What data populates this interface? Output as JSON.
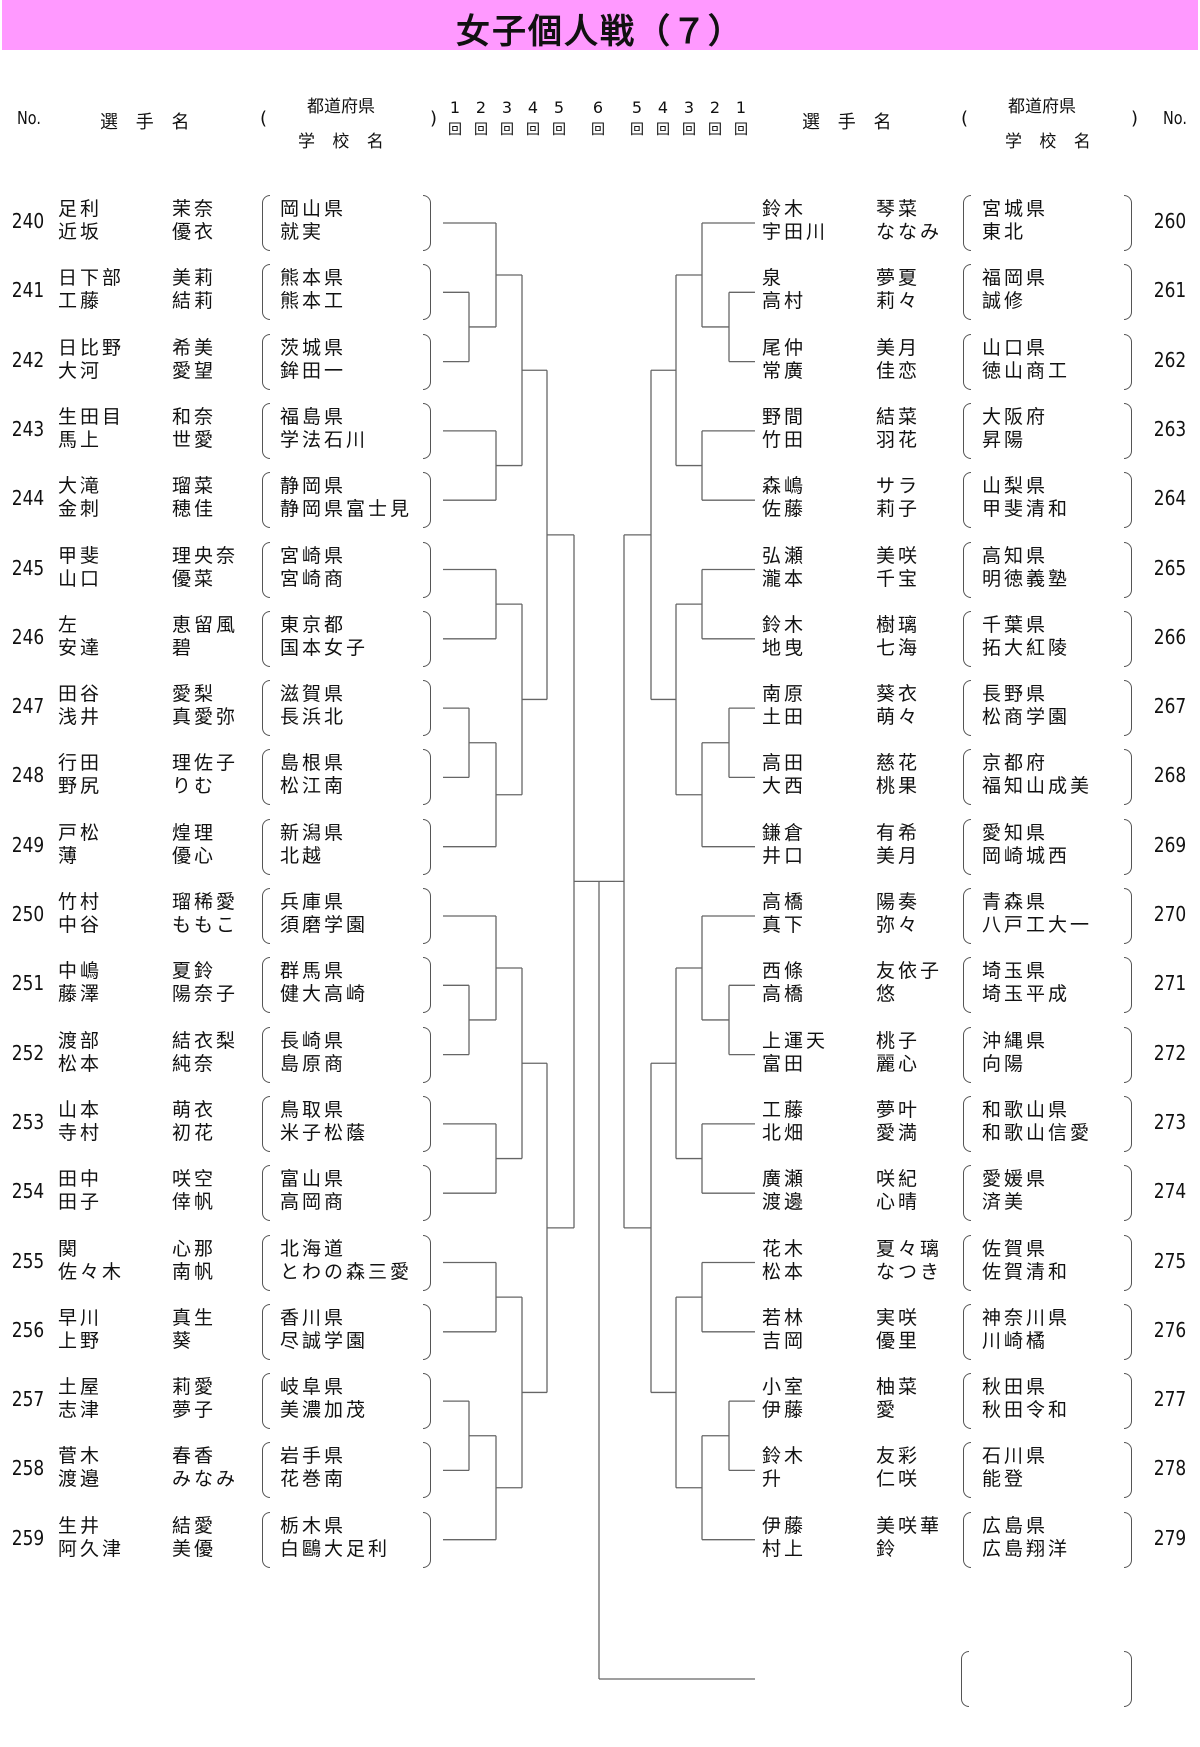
{
  "title": "女子個人戦（７）",
  "header": {
    "no_label": "No.",
    "player_label": "選 手 名",
    "paren_open": "(",
    "paren_close": ")",
    "pref_label": "都道府県",
    "school_label": "学 校 名",
    "round_suffix": "回",
    "rounds_left": [
      "1",
      "2",
      "3",
      "4",
      "5"
    ],
    "round_final": "6",
    "rounds_right": [
      "5",
      "4",
      "3",
      "2",
      "1"
    ]
  },
  "left_entries": [
    {
      "no": "240",
      "p1": [
        "足利",
        "茉奈"
      ],
      "p2": [
        "近坂",
        "優衣"
      ],
      "pref": "岡山県",
      "school": "就実"
    },
    {
      "no": "241",
      "p1": [
        "日下部",
        "美莉"
      ],
      "p2": [
        "工藤",
        "結莉"
      ],
      "pref": "熊本県",
      "school": "熊本工"
    },
    {
      "no": "242",
      "p1": [
        "日比野",
        "希美"
      ],
      "p2": [
        "大河",
        "愛望"
      ],
      "pref": "茨城県",
      "school": "鉾田一"
    },
    {
      "no": "243",
      "p1": [
        "生田目",
        "和奈"
      ],
      "p2": [
        "馬上",
        "世愛"
      ],
      "pref": "福島県",
      "school": "学法石川"
    },
    {
      "no": "244",
      "p1": [
        "大滝",
        "瑠菜"
      ],
      "p2": [
        "金刺",
        "穂佳"
      ],
      "pref": "静岡県",
      "school": "静岡県富士見"
    },
    {
      "no": "245",
      "p1": [
        "甲斐",
        "理央奈"
      ],
      "p2": [
        "山口",
        "優菜"
      ],
      "pref": "宮崎県",
      "school": "宮崎商"
    },
    {
      "no": "246",
      "p1": [
        "左",
        "恵留風"
      ],
      "p2": [
        "安達",
        "碧"
      ],
      "pref": "東京都",
      "school": "国本女子"
    },
    {
      "no": "247",
      "p1": [
        "田谷",
        "愛梨"
      ],
      "p2": [
        "浅井",
        "真愛弥"
      ],
      "pref": "滋賀県",
      "school": "長浜北"
    },
    {
      "no": "248",
      "p1": [
        "行田",
        "理佐子"
      ],
      "p2": [
        "野尻",
        "りむ"
      ],
      "pref": "島根県",
      "school": "松江南"
    },
    {
      "no": "249",
      "p1": [
        "戸松",
        "煌理"
      ],
      "p2": [
        "薄",
        "優心"
      ],
      "pref": "新潟県",
      "school": "北越"
    },
    {
      "no": "250",
      "p1": [
        "竹村",
        "瑠稀愛"
      ],
      "p2": [
        "中谷",
        "ももこ"
      ],
      "pref": "兵庫県",
      "school": "須磨学園"
    },
    {
      "no": "251",
      "p1": [
        "中嶋",
        "夏鈴"
      ],
      "p2": [
        "藤澤",
        "陽奈子"
      ],
      "pref": "群馬県",
      "school": "健大高崎"
    },
    {
      "no": "252",
      "p1": [
        "渡部",
        "結衣梨"
      ],
      "p2": [
        "松本",
        "純奈"
      ],
      "pref": "長崎県",
      "school": "島原商"
    },
    {
      "no": "253",
      "p1": [
        "山本",
        "萌衣"
      ],
      "p2": [
        "寺村",
        "初花"
      ],
      "pref": "鳥取県",
      "school": "米子松蔭"
    },
    {
      "no": "254",
      "p1": [
        "田中",
        "咲空"
      ],
      "p2": [
        "田子",
        "倖帆"
      ],
      "pref": "富山県",
      "school": "高岡商"
    },
    {
      "no": "255",
      "p1": [
        "関",
        "心那"
      ],
      "p2": [
        "佐々木",
        "南帆"
      ],
      "pref": "北海道",
      "school": "とわの森三愛"
    },
    {
      "no": "256",
      "p1": [
        "早川",
        "真生"
      ],
      "p2": [
        "上野",
        "葵"
      ],
      "pref": "香川県",
      "school": "尽誠学園"
    },
    {
      "no": "257",
      "p1": [
        "土屋",
        "莉愛"
      ],
      "p2": [
        "志津",
        "夢子"
      ],
      "pref": "岐阜県",
      "school": "美濃加茂"
    },
    {
      "no": "258",
      "p1": [
        "菅木",
        "春香"
      ],
      "p2": [
        "渡邉",
        "みなみ"
      ],
      "pref": "岩手県",
      "school": "花巻南"
    },
    {
      "no": "259",
      "p1": [
        "生井",
        "結愛"
      ],
      "p2": [
        "阿久津",
        "美優"
      ],
      "pref": "栃木県",
      "school": "白鷗大足利"
    }
  ],
  "right_entries": [
    {
      "no": "260",
      "p1": [
        "鈴木",
        "琴菜"
      ],
      "p2": [
        "宇田川",
        "ななみ"
      ],
      "pref": "宮城県",
      "school": "東北"
    },
    {
      "no": "261",
      "p1": [
        "泉",
        "夢夏"
      ],
      "p2": [
        "高村",
        "莉々"
      ],
      "pref": "福岡県",
      "school": "誠修"
    },
    {
      "no": "262",
      "p1": [
        "尾仲",
        "美月"
      ],
      "p2": [
        "常廣",
        "佳恋"
      ],
      "pref": "山口県",
      "school": "徳山商工"
    },
    {
      "no": "263",
      "p1": [
        "野間",
        "結菜"
      ],
      "p2": [
        "竹田",
        "羽花"
      ],
      "pref": "大阪府",
      "school": "昇陽"
    },
    {
      "no": "264",
      "p1": [
        "森嶋",
        "サラ"
      ],
      "p2": [
        "佐藤",
        "莉子"
      ],
      "pref": "山梨県",
      "school": "甲斐清和"
    },
    {
      "no": "265",
      "p1": [
        "弘瀬",
        "美咲"
      ],
      "p2": [
        "瀧本",
        "千宝"
      ],
      "pref": "高知県",
      "school": "明徳義塾"
    },
    {
      "no": "266",
      "p1": [
        "鈴木",
        "樹璃"
      ],
      "p2": [
        "地曳",
        "七海"
      ],
      "pref": "千葉県",
      "school": "拓大紅陵"
    },
    {
      "no": "267",
      "p1": [
        "南原",
        "葵衣"
      ],
      "p2": [
        "土田",
        "萌々"
      ],
      "pref": "長野県",
      "school": "松商学園"
    },
    {
      "no": "268",
      "p1": [
        "高田",
        "慈花"
      ],
      "p2": [
        "大西",
        "桃果"
      ],
      "pref": "京都府",
      "school": "福知山成美"
    },
    {
      "no": "269",
      "p1": [
        "鎌倉",
        "有希"
      ],
      "p2": [
        "井口",
        "美月"
      ],
      "pref": "愛知県",
      "school": "岡崎城西"
    },
    {
      "no": "270",
      "p1": [
        "高橋",
        "陽奏"
      ],
      "p2": [
        "真下",
        "弥々"
      ],
      "pref": "青森県",
      "school": "八戸工大一"
    },
    {
      "no": "271",
      "p1": [
        "西條",
        "友依子"
      ],
      "p2": [
        "高橋",
        "悠"
      ],
      "pref": "埼玉県",
      "school": "埼玉平成"
    },
    {
      "no": "272",
      "p1": [
        "上運天",
        "桃子"
      ],
      "p2": [
        "富田",
        "麗心"
      ],
      "pref": "沖縄県",
      "school": "向陽"
    },
    {
      "no": "273",
      "p1": [
        "工藤",
        "夢叶"
      ],
      "p2": [
        "北畑",
        "愛満"
      ],
      "pref": "和歌山県",
      "school": "和歌山信愛"
    },
    {
      "no": "274",
      "p1": [
        "廣瀬",
        "咲紀"
      ],
      "p2": [
        "渡邊",
        "心晴"
      ],
      "pref": "愛媛県",
      "school": "済美"
    },
    {
      "no": "275",
      "p1": [
        "花木",
        "夏々璃"
      ],
      "p2": [
        "松本",
        "なつき"
      ],
      "pref": "佐賀県",
      "school": "佐賀清和"
    },
    {
      "no": "276",
      "p1": [
        "若林",
        "実咲"
      ],
      "p2": [
        "吉岡",
        "優里"
      ],
      "pref": "神奈川県",
      "school": "川崎橘"
    },
    {
      "no": "277",
      "p1": [
        "小室",
        "柚菜"
      ],
      "p2": [
        "伊藤",
        "愛"
      ],
      "pref": "秋田県",
      "school": "秋田令和"
    },
    {
      "no": "278",
      "p1": [
        "鈴木",
        "友彩"
      ],
      "p2": [
        "升",
        "仁咲"
      ],
      "pref": "石川県",
      "school": "能登"
    },
    {
      "no": "279",
      "p1": [
        "伊藤",
        "美咲華"
      ],
      "p2": [
        "村上",
        "鈴"
      ],
      "pref": "広島県",
      "school": "広島翔洋"
    }
  ]
}
